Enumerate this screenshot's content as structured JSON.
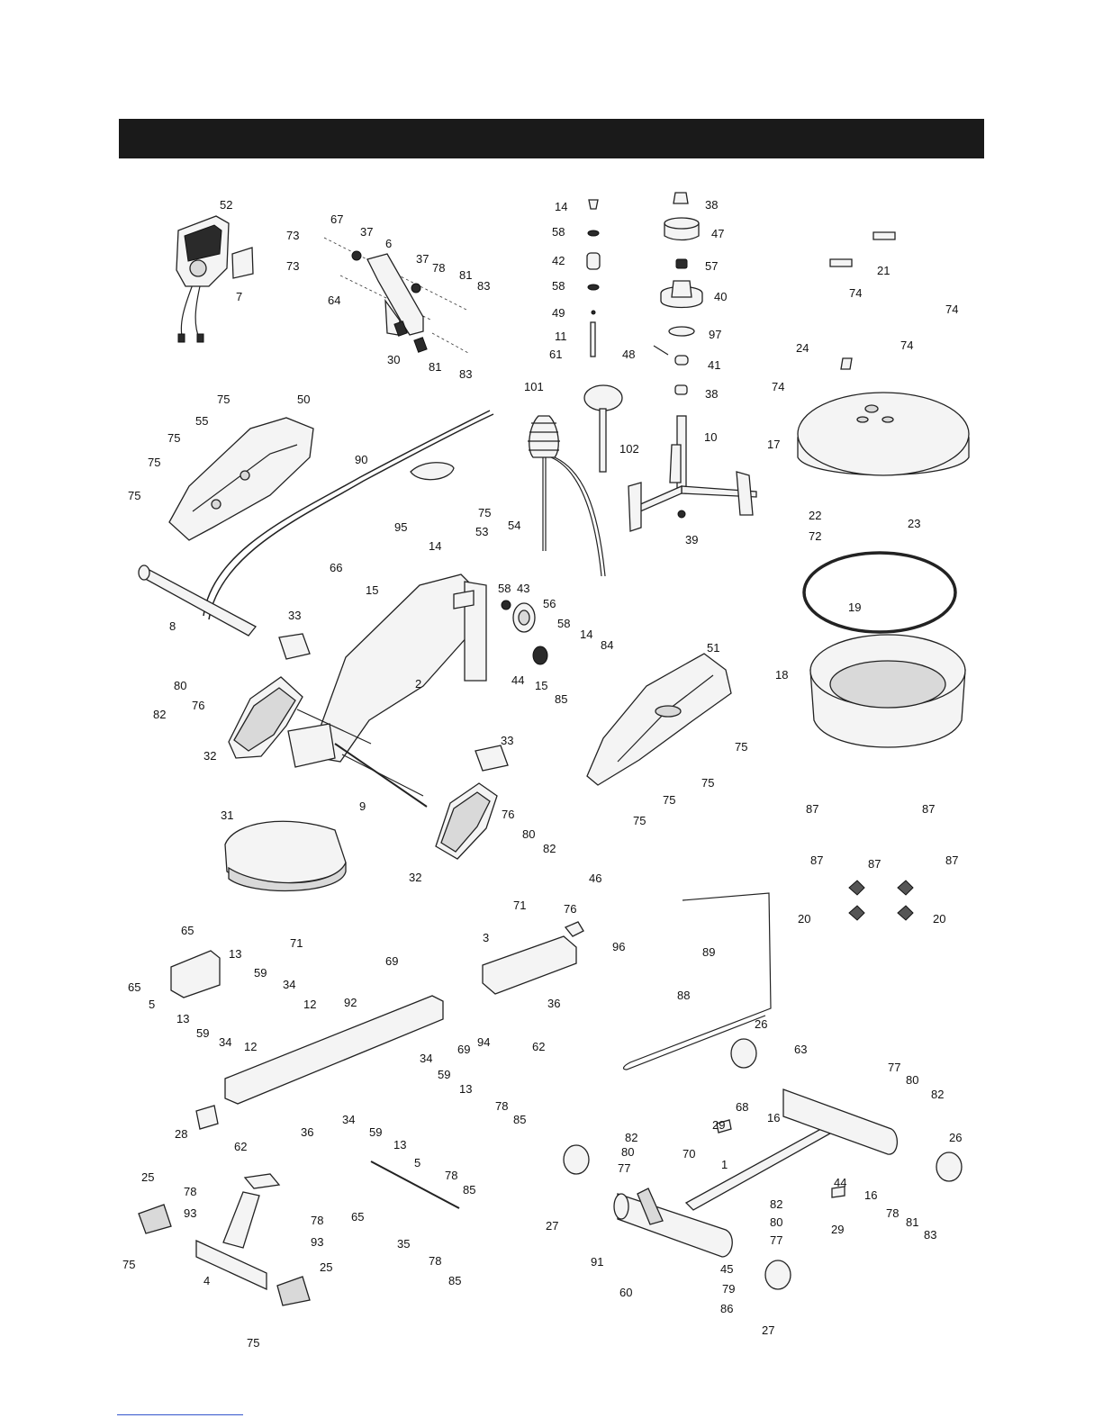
{
  "header": {
    "title": ""
  },
  "callouts": [
    "52",
    "73",
    "73",
    "7",
    "67",
    "37",
    "6",
    "37",
    "78",
    "81",
    "83",
    "64",
    "30",
    "81",
    "83",
    "14",
    "58",
    "42",
    "58",
    "49",
    "11",
    "61",
    "38",
    "47",
    "57",
    "40",
    "97",
    "48",
    "41",
    "38",
    "21",
    "74",
    "74",
    "74",
    "74",
    "24",
    "17",
    "101",
    "102",
    "10",
    "39",
    "22",
    "72",
    "23",
    "75",
    "50",
    "55",
    "75",
    "75",
    "75",
    "90",
    "75",
    "53",
    "54",
    "95",
    "14",
    "66",
    "15",
    "8",
    "33",
    "58",
    "43",
    "56",
    "58",
    "14",
    "84",
    "44",
    "15",
    "85",
    "2",
    "82",
    "80",
    "76",
    "32",
    "33",
    "9",
    "51",
    "75",
    "75",
    "75",
    "75",
    "19",
    "18",
    "87",
    "87",
    "87",
    "87",
    "87",
    "31",
    "71",
    "76",
    "80",
    "82",
    "32",
    "46",
    "71",
    "76",
    "96",
    "3",
    "20",
    "20",
    "89",
    "65",
    "13",
    "59",
    "34",
    "65",
    "5",
    "13",
    "59",
    "34",
    "12",
    "12",
    "69",
    "92",
    "69",
    "94",
    "62",
    "36",
    "88",
    "26",
    "63",
    "77",
    "80",
    "82",
    "68",
    "16",
    "29",
    "26",
    "34",
    "59",
    "13",
    "78",
    "85",
    "34",
    "59",
    "13",
    "5",
    "78",
    "85",
    "28",
    "62",
    "36",
    "82",
    "80",
    "77",
    "70",
    "1",
    "44",
    "16",
    "78",
    "81",
    "83",
    "29",
    "25",
    "78",
    "93",
    "78",
    "93",
    "65",
    "35",
    "78",
    "85",
    "27",
    "91",
    "82",
    "80",
    "77",
    "75",
    "4",
    "25",
    "75",
    "60",
    "45",
    "79",
    "86",
    "27"
  ]
}
